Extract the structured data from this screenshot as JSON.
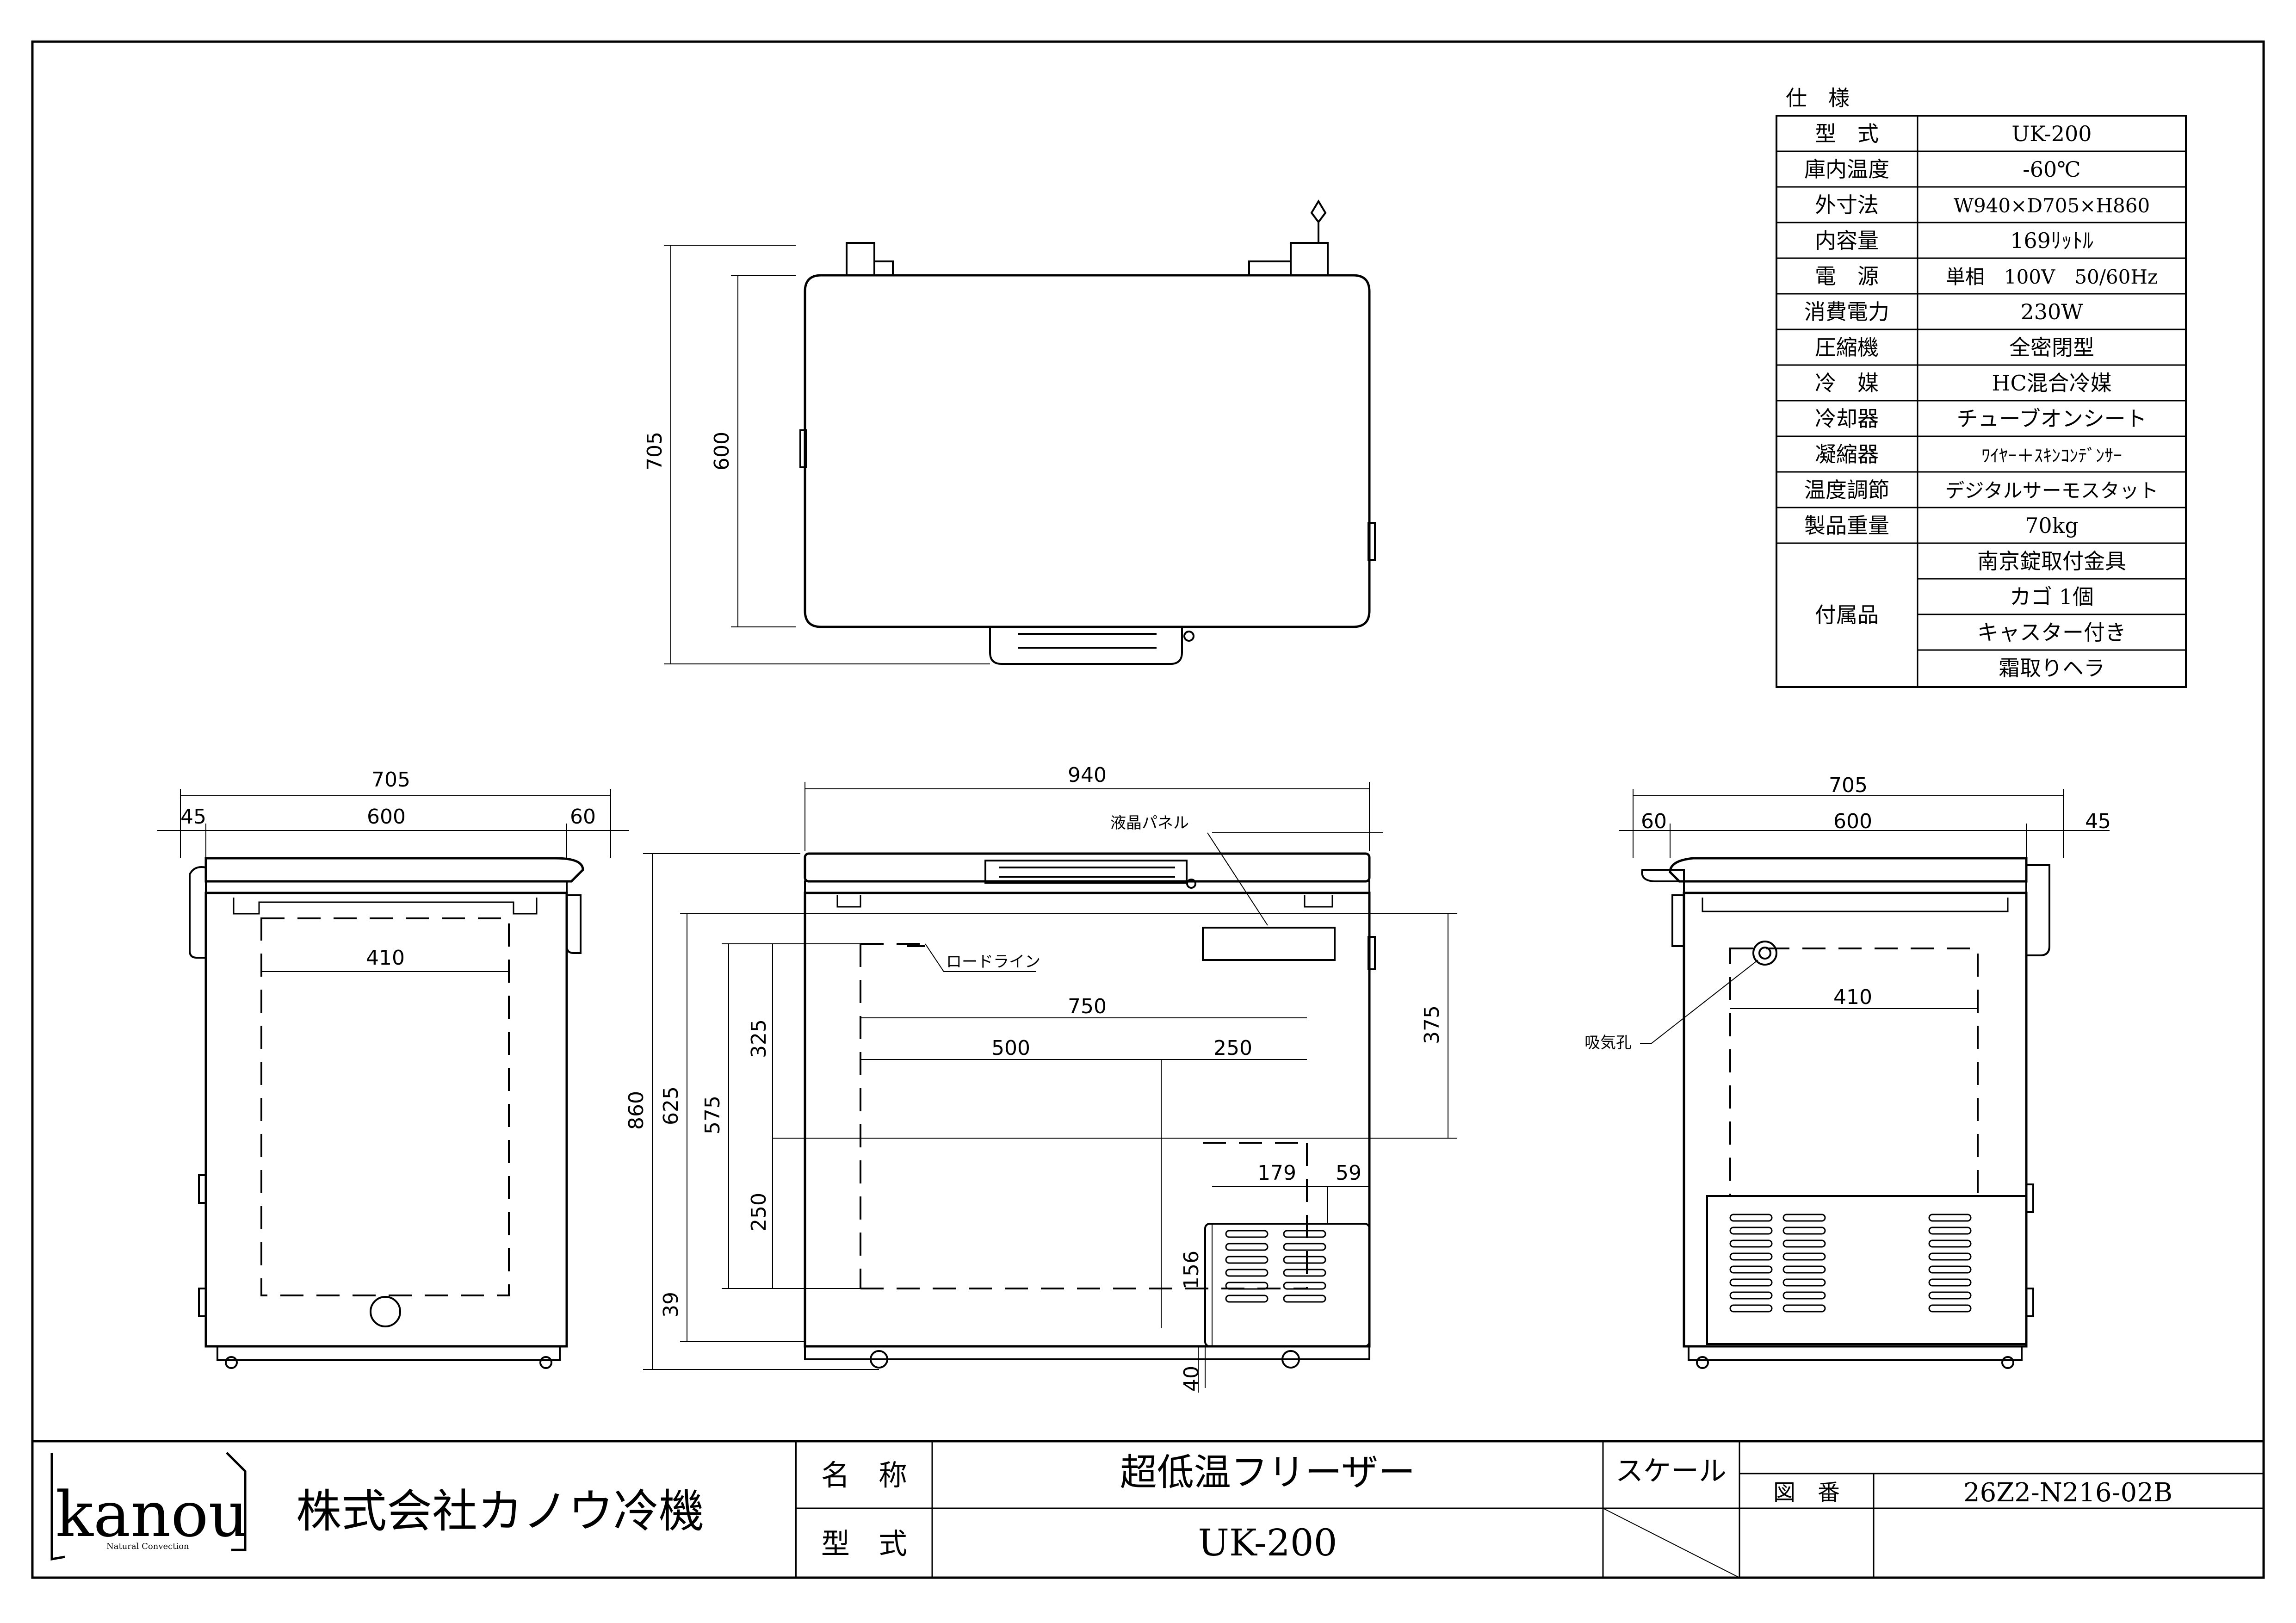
{
  "spec": {
    "title": "仕　様",
    "rows": [
      {
        "label": "型　式",
        "value": "UK-200"
      },
      {
        "label": "庫内温度",
        "value": "-60℃"
      },
      {
        "label": "外寸法",
        "value": "W940×D705×H860"
      },
      {
        "label": "内容量",
        "value": "169ﾘｯﾄﾙ"
      },
      {
        "label": "電　源",
        "value": "単相　100V　50/60Hz"
      },
      {
        "label": "消費電力",
        "value": "230W"
      },
      {
        "label": "圧縮機",
        "value": "全密閉型"
      },
      {
        "label": "冷　媒",
        "value": "HC混合冷媒"
      },
      {
        "label": "冷却器",
        "value": "チューブオンシート"
      },
      {
        "label": "凝縮器",
        "value": "ﾜｲﾔｰ＋ｽｷﾝｺﾝﾃﾞﾝｻｰ"
      },
      {
        "label": "温度調節",
        "value": "デジタルサーモスタット"
      },
      {
        "label": "製品重量",
        "value": "70kg"
      }
    ],
    "accessory_label": "付属品",
    "accessories": [
      "南京錠取付金具",
      "カゴ 1個",
      "キャスター付き",
      "霜取りヘラ"
    ]
  },
  "dims": {
    "top": {
      "d705": "705",
      "d600": "600"
    },
    "left": {
      "d705": "705",
      "d45": "45",
      "d600": "600",
      "d60": "60",
      "d410": "410"
    },
    "front": {
      "d940": "940",
      "d860": "860",
      "d625": "625",
      "d575": "575",
      "d325": "325",
      "d250a": "250",
      "d39": "39",
      "d750": "750",
      "d500": "500",
      "d250b": "250",
      "d375": "375",
      "d179": "179",
      "d59": "59",
      "d156": "156",
      "d40": "40"
    },
    "right": {
      "d705": "705",
      "d60": "60",
      "d600": "600",
      "d45": "45",
      "d410": "410"
    }
  },
  "notes": {
    "lcd_panel": "液晶パネル",
    "load_line": "ロードライン",
    "intake_hole": "吸気孔"
  },
  "title_block": {
    "logo_text": "kanou",
    "logo_sub": "Natural Convection",
    "company": "株式会社カノウ冷機",
    "name_label": "名　称",
    "name_value": "超低温フリーザー",
    "model_label": "型　式",
    "model_value": "UK-200",
    "scale_label": "スケール",
    "drawing_no_label": "図　番",
    "drawing_no": "26Z2-N216-02B"
  }
}
